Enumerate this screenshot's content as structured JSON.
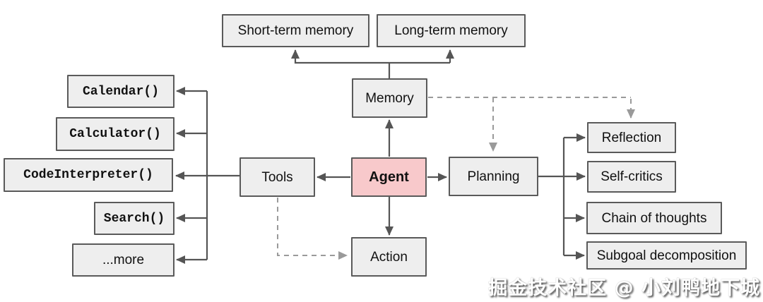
{
  "colors": {
    "background": "#ffffff",
    "node_fill": "#eeeeee",
    "node_border": "#5a5a5a",
    "agent_fill": "#f8c9cb",
    "solid_line": "#555555",
    "dashed_line": "#9a9a9a",
    "text": "#111111",
    "watermark_text": "#ffffff"
  },
  "nodes": {
    "short_term": {
      "label": "Short-term memory"
    },
    "long_term": {
      "label": "Long-term memory"
    },
    "memory": {
      "label": "Memory"
    },
    "agent": {
      "label": "Agent"
    },
    "tools": {
      "label": "Tools"
    },
    "planning": {
      "label": "Planning"
    },
    "action": {
      "label": "Action"
    },
    "calendar": {
      "label": "Calendar()"
    },
    "calculator": {
      "label": "Calculator()"
    },
    "code_interpreter": {
      "label": "CodeInterpreter()"
    },
    "search": {
      "label": "Search()"
    },
    "more": {
      "label": "...more"
    },
    "reflection": {
      "label": "Reflection"
    },
    "self_critics": {
      "label": "Self-critics"
    },
    "chain_of_thoughts": {
      "label": "Chain of thoughts"
    },
    "subgoal_decomposition": {
      "label": "Subgoal decomposition"
    }
  },
  "edges": [
    {
      "from": "memory",
      "to": "short_term",
      "style": "solid"
    },
    {
      "from": "memory",
      "to": "long_term",
      "style": "solid"
    },
    {
      "from": "agent",
      "to": "memory",
      "style": "solid"
    },
    {
      "from": "agent",
      "to": "tools",
      "style": "solid"
    },
    {
      "from": "agent",
      "to": "planning",
      "style": "solid"
    },
    {
      "from": "agent",
      "to": "action",
      "style": "solid"
    },
    {
      "from": "tools",
      "to": "calendar",
      "style": "solid"
    },
    {
      "from": "tools",
      "to": "calculator",
      "style": "solid"
    },
    {
      "from": "tools",
      "to": "code_interpreter",
      "style": "solid"
    },
    {
      "from": "tools",
      "to": "search",
      "style": "solid"
    },
    {
      "from": "tools",
      "to": "more",
      "style": "solid"
    },
    {
      "from": "planning",
      "to": "reflection",
      "style": "solid"
    },
    {
      "from": "planning",
      "to": "self_critics",
      "style": "solid"
    },
    {
      "from": "planning",
      "to": "chain_of_thoughts",
      "style": "solid"
    },
    {
      "from": "planning",
      "to": "subgoal_decomposition",
      "style": "solid"
    },
    {
      "from": "memory",
      "to": "planning",
      "style": "dashed"
    },
    {
      "from": "memory",
      "to": "reflection",
      "style": "dashed"
    },
    {
      "from": "tools",
      "to": "action",
      "style": "dashed"
    }
  ],
  "watermark": {
    "text": "掘金技术社区 @ 小刘鸭地下城"
  }
}
